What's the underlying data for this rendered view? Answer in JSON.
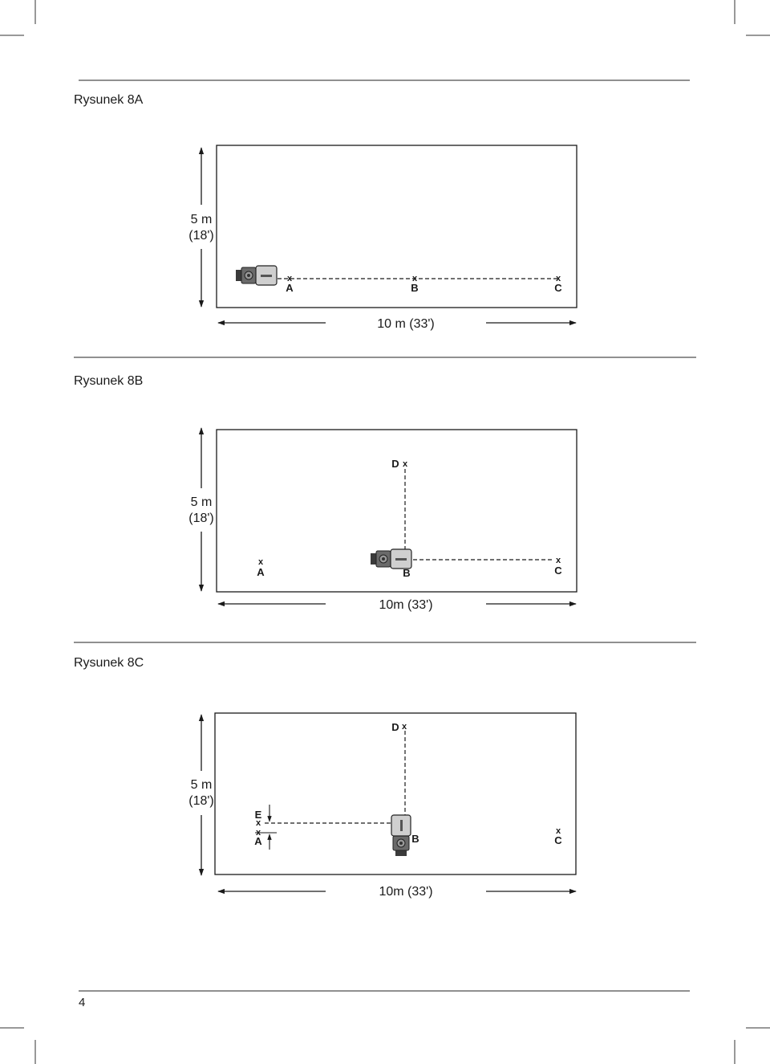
{
  "figures": [
    {
      "title": "Rysunek 8A",
      "height_label_line1": "5 m",
      "height_label_line2": "(18')",
      "width_label": "10 m (33')",
      "points": {
        "a": "A",
        "b": "B",
        "c": "C",
        "mark": "x"
      }
    },
    {
      "title": "Rysunek 8B",
      "height_label_line1": "5 m",
      "height_label_line2": "(18')",
      "width_label": "10m (33')",
      "points": {
        "a": "A",
        "b": "B",
        "c": "C",
        "d": "D",
        "mark": "x"
      }
    },
    {
      "title": "Rysunek 8C",
      "height_label_line1": "5 m",
      "height_label_line2": "(18')",
      "width_label": "10m (33')",
      "points": {
        "a": "A",
        "b": "B",
        "c": "C",
        "d": "D",
        "e": "E",
        "mark": "x"
      }
    }
  ],
  "page_number": "4"
}
